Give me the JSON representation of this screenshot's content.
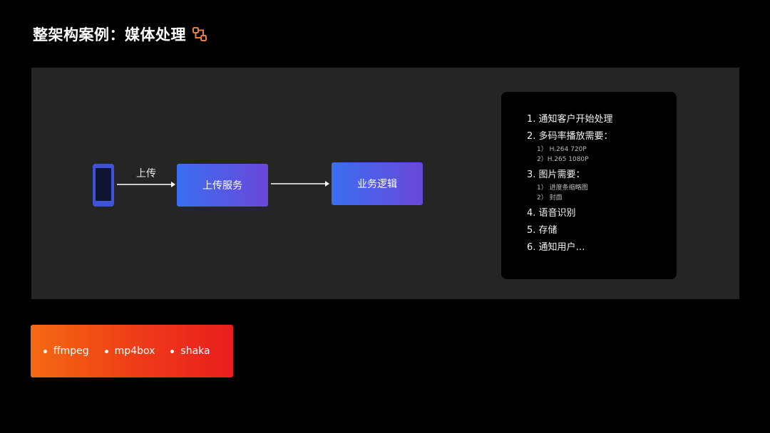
{
  "title": "整架构案例：媒体处理",
  "diagram": {
    "upload_label": "上传",
    "upload_service": "上传服务",
    "business_logic": "业务逻辑"
  },
  "steps": [
    {
      "label": "1. 通知客户开始处理"
    },
    {
      "label": "2. 多码率播放需要：",
      "sub": [
        "1） H.264 720P",
        "2）H.265 1080P"
      ]
    },
    {
      "label": "3. 图片需要：",
      "sub": [
        "1） 进度条缩略图",
        "2） 封面"
      ]
    },
    {
      "label": "4. 语音识别"
    },
    {
      "label": "5. 存储"
    },
    {
      "label": "6. 通知用户…"
    }
  ],
  "tools": [
    "ffmpeg",
    "mp4box",
    "shaka"
  ],
  "colors": {
    "accent_orange": "#f46a12",
    "accent_red": "#e91e1e",
    "service_blue": "#3a6ef0",
    "service_purple": "#6a48d8",
    "title_icon": "#e8803a"
  },
  "icons": {
    "title_icon": "workflow-icon",
    "device": "phone-icon"
  }
}
